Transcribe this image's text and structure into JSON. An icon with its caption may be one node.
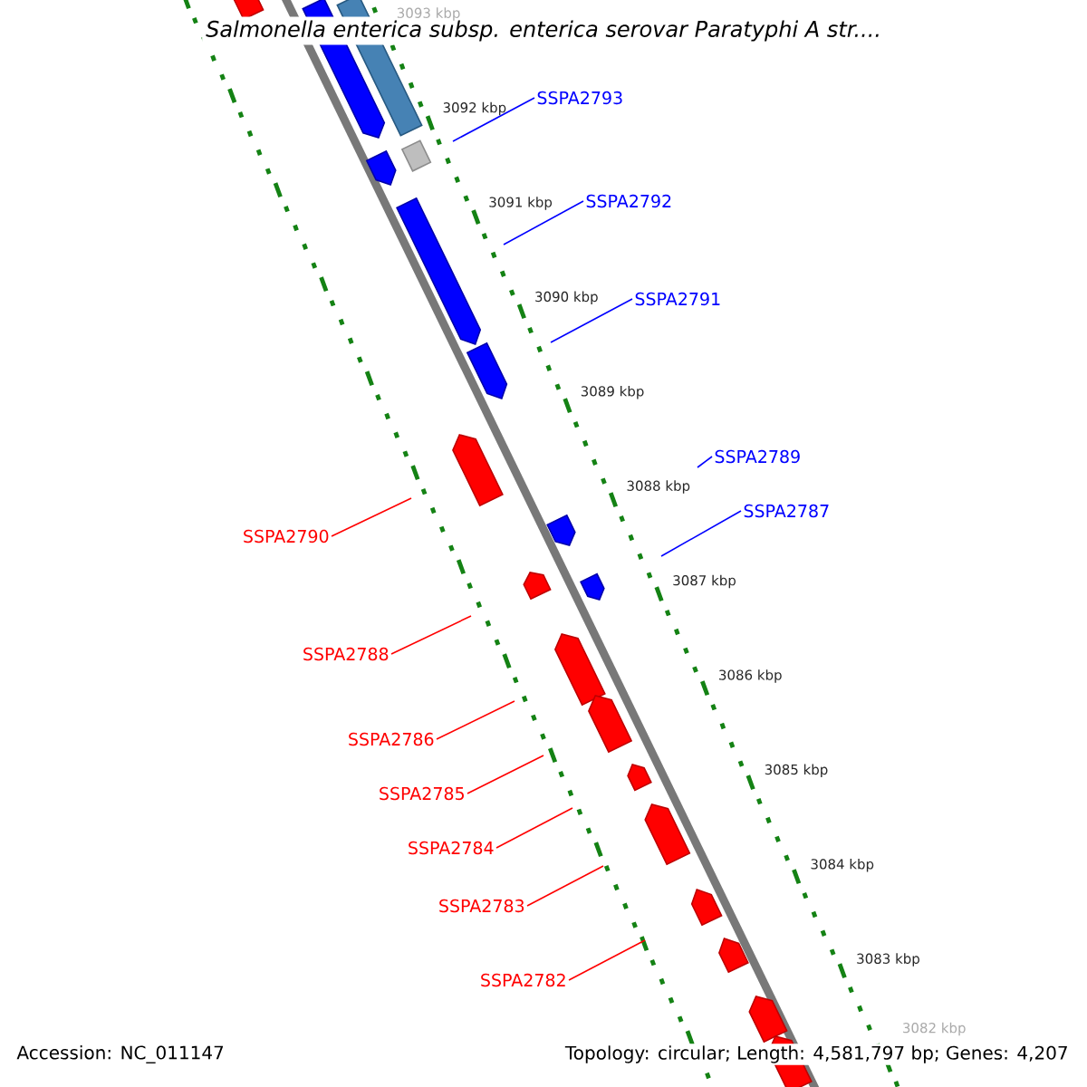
{
  "diagram": {
    "title": "Salmonella enterica subsp. enterica serovar Paratyphi A str....",
    "nodes": [
      {
        "text": [
          "SSPA2793"
        ]
      },
      {
        "text": [
          "SSPA2792"
        ]
      },
      {
        "text": [
          "SSPA2791"
        ]
      },
      {
        "text": [
          "SSPA2789"
        ]
      },
      {
        "text": [
          "SSPA2787"
        ]
      },
      {
        "text": [
          "SSPA2790"
        ]
      },
      {
        "text": [
          "SSPA2788"
        ]
      },
      {
        "text": [
          "SSPA2786"
        ]
      },
      {
        "text": [
          "SSPA2785"
        ]
      },
      {
        "text": [
          "SSPA2784"
        ]
      },
      {
        "text": [
          "SSPA2783"
        ]
      },
      {
        "text": [
          "SSPA2782"
        ]
      }
    ],
    "edges": [
      {
        "from": 0,
        "to": null,
        "arrow": "none",
        "color": "#0000ff"
      },
      {
        "from": 1,
        "to": null,
        "arrow": "none",
        "color": "#0000ff"
      },
      {
        "from": 2,
        "to": null,
        "arrow": "none",
        "color": "#0000ff"
      },
      {
        "from": 3,
        "to": null,
        "arrow": "none",
        "color": "#0000ff"
      },
      {
        "from": 4,
        "to": null,
        "arrow": "none",
        "color": "#0000ff"
      },
      {
        "from": 5,
        "to": null,
        "arrow": "none",
        "color": "#ff0000"
      },
      {
        "from": 6,
        "to": null,
        "arrow": "none",
        "color": "#ff0000"
      },
      {
        "from": 7,
        "to": null,
        "arrow": "none",
        "color": "#ff0000"
      },
      {
        "from": 8,
        "to": null,
        "arrow": "none",
        "color": "#ff0000"
      },
      {
        "from": 9,
        "to": null,
        "arrow": "none",
        "color": "#ff0000"
      },
      {
        "from": 10,
        "to": null,
        "arrow": "none",
        "color": "#ff0000"
      },
      {
        "from": 11,
        "to": null,
        "arrow": "none",
        "color": "#ff0000"
      }
    ],
    "labels": [
      "3093 kbp",
      "3092 kbp",
      "3091 kbp",
      "3090 kbp",
      "3089 kbp",
      "3088 kbp",
      "3087 kbp",
      "3086 kbp",
      "3085 kbp",
      "3084 kbp",
      "3083 kbp",
      "3082 kbp",
      "Accession: NC_011147",
      "Topology: circular; Length: 4,581,797 bp; Genes: 4,207"
    ]
  }
}
